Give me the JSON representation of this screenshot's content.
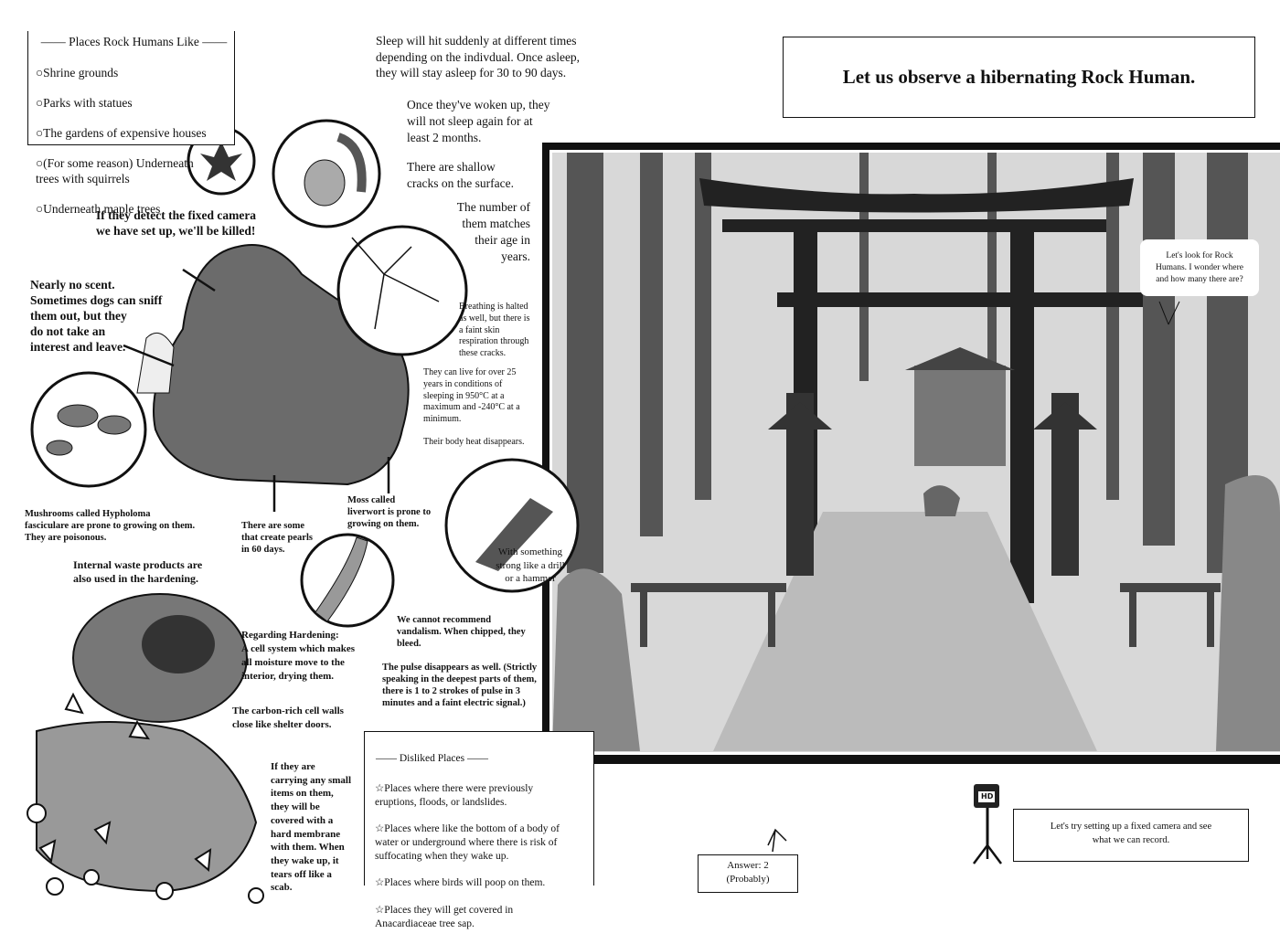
{
  "places_liked": {
    "heading": "Places Rock Humans Like",
    "items": [
      "○Shrine grounds",
      "○Parks with statues",
      "○The gardens of expensive houses",
      "○(For some reason) Underneath\ntrees with squirrels",
      "○Underneath maple trees"
    ]
  },
  "notes": {
    "sleep": "Sleep will hit suddenly at different times\ndepending on the indivdual. Once asleep,\nthey will stay asleep for 30 to 90 days.",
    "woken": "Once they've woken up, they\nwill not sleep again for at\nleast 2 months.",
    "cracks": "There are shallow\ncracks on the surface.",
    "age": "The number of\nthem matches\ntheir age in\nyears.",
    "camera_warning": "If they detect the fixed camera\nwe have set up, we'll be killed!",
    "scent": "Nearly no scent.\nSometimes dogs can sniff\nthem out, but they\ndo not take an\ninterest and leave.",
    "breathing": "Breathing is halted\nas well, but there is\na faint skin\nrespiration through\nthese cracks.",
    "temperature": "They can live for over 25\nyears in conditions of\nsleeping in 950°C at a\nmaximum and -240°C at a\nminimum.",
    "heat": "Their body heat disappears.",
    "mushrooms": "Mushrooms called Hypholoma\nfasciculare are prone to growing on them.\nThey are poisonous.",
    "pearls": "There are some\nthat create pearls\nin 60 days.",
    "moss": "Moss called\nliverwort is prone to\ngrowing on them.",
    "drill": "With something\nstrong like a drill\nor a hammer",
    "waste": "Internal waste products are\nalso used in the hardening.",
    "vandalism": "We cannot recommend\nvandalism. When chipped, they\nbleed.",
    "pulse": "The pulse disappears as well. (Strictly\nspeaking in the deepest parts of them,\nthere is 1 to 2 strokes of pulse in 3\nminutes and a faint electric signal.)",
    "hardening": "Regarding Hardening:\nA cell system which makes\nall moisture move to the\ninterior, drying them.",
    "cell_walls": "The carbon-rich cell walls\nclose like shelter doors.",
    "membrane": "If they are\ncarrying any small\nitems on them,\nthey will be\ncovered with a\nhard membrane\nwith them. When\nthey wake up, it\ntears off like a\nscab."
  },
  "places_disliked": {
    "heading": "Disliked Places",
    "items": [
      "☆Places where there were previously\neruptions, floods, or landslides.",
      "☆Places where like the bottom of a body of\nwater or underground where there is risk of\nsuffocating when they wake up.",
      "☆Places where birds will poop on them.",
      "☆Places they will get covered in\nAnacardiaceae tree sap."
    ]
  },
  "title": "Let us observe a hibernating Rock Human.",
  "speech_bubble": "Let's look for Rock\nHumans. I wonder where\nand how many there are?",
  "answer": "Answer: 2\n(Probably)",
  "camera_caption": "Let's try setting up a fixed camera and see\nwhat we can record.",
  "camera_label": "HD"
}
